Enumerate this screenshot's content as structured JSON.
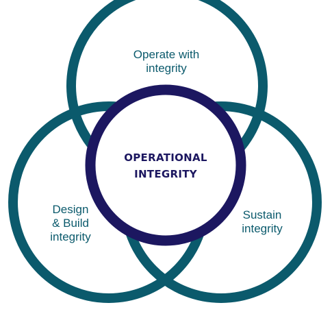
{
  "colors": {
    "teal": "#0b5a6c",
    "navy": "#1c1760",
    "background": "#ffffff"
  },
  "diagram": {
    "center": {
      "line1": "OPERATIONAL",
      "line2": "INTEGRITY"
    },
    "circles": {
      "top": {
        "line1": "Operate with",
        "line2": "integrity"
      },
      "left": {
        "line1": "Design",
        "line2": "& Build",
        "line3": "integrity"
      },
      "right": {
        "line1": "Sustain",
        "line2": "integrity"
      }
    }
  }
}
